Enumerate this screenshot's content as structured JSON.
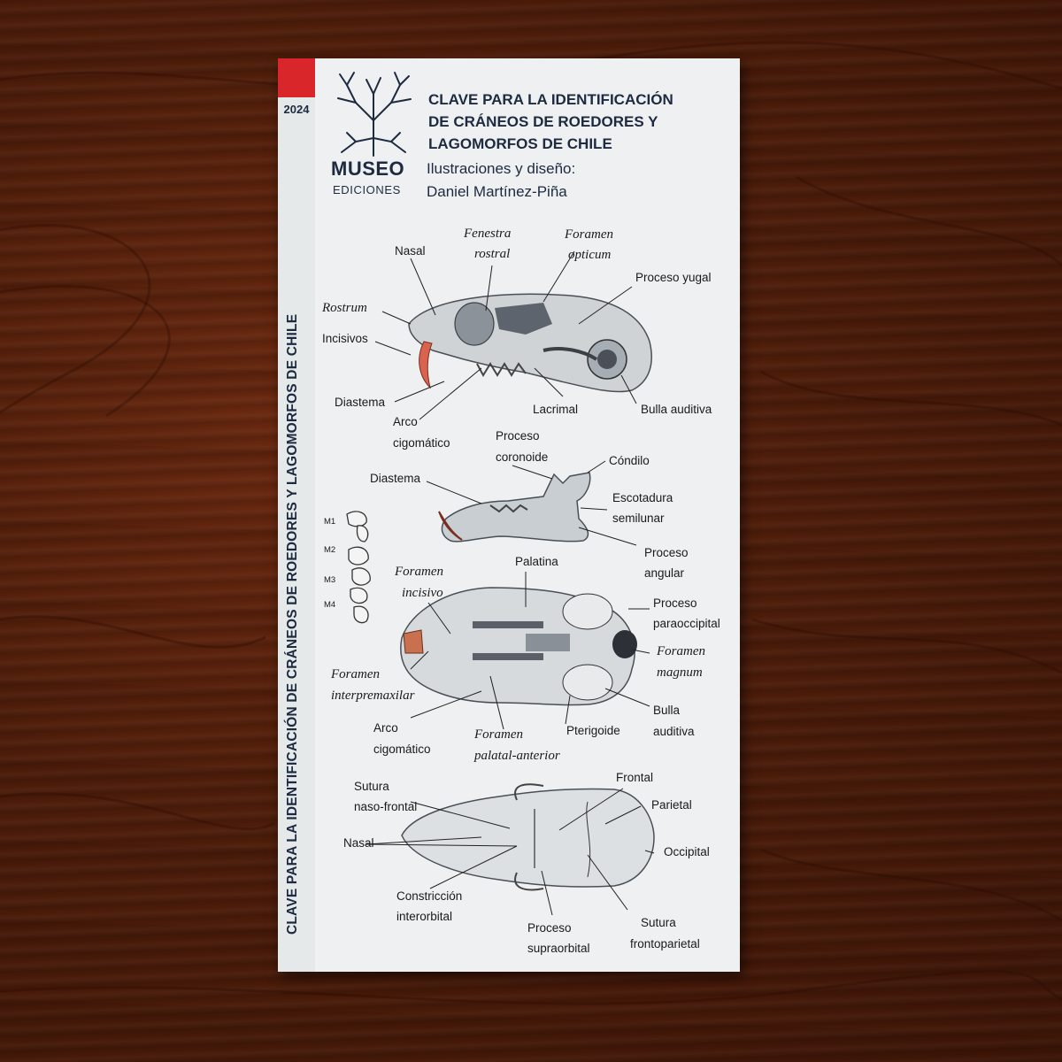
{
  "colors": {
    "accent_red": "#d8262a",
    "text_navy": "#1d2a40",
    "card": "#eef0f1",
    "wood": "#4e1d0a"
  },
  "icons": {
    "logo": "tree-icon"
  },
  "spine": {
    "year": "2024",
    "title": "CLAVE PARA LA IDENTIFICACIÓN DE CRÁNEOS DE ROEDORES Y LAGOMORFOS DE CHILE"
  },
  "header": {
    "title_lines": [
      "CLAVE PARA LA IDENTIFICACIÓN",
      "DE CRÁNEOS DE ROEDORES Y",
      "LAGOMORFOS DE CHILE"
    ],
    "brand": "MUSEO",
    "brand_sub": "EDICIONES",
    "credit_line1": "Ilustraciones y diseño:",
    "credit_line2": "Daniel Martínez-Piña"
  },
  "lateral": {
    "nasal": "Nasal",
    "fenestra_1": "Fenestra",
    "fenestra_2": "rostral",
    "foramen_opt_1": "Foramen",
    "foramen_opt_2": "opticum",
    "proceso_yugal": "Proceso yugal",
    "rostrum": "Rostrum",
    "incisivos": "Incisivos",
    "diastema": "Diastema",
    "arco_1": "Arco",
    "arco_2": "cigomático",
    "lacrimal": "Lacrimal",
    "bulla": "Bulla auditiva"
  },
  "mandible": {
    "proceso_cor_1": "Proceso",
    "proceso_cor_2": "coronoide",
    "condilo": "Cóndilo",
    "diastema": "Diastema",
    "escotadura_1": "Escotadura",
    "escotadura_2": "semilunar",
    "angular_1": "Proceso",
    "angular_2": "angular"
  },
  "molars": [
    "M1",
    "M2",
    "M3",
    "M4"
  ],
  "ventral": {
    "palatina": "Palatina",
    "foramen_inc_1": "Foramen",
    "foramen_inc_2": "incisivo",
    "paraocc_1": "Proceso",
    "paraocc_2": "paraoccipital",
    "fmag_1": "Foramen",
    "fmag_2": "magnum",
    "finter_1": "Foramen",
    "finter_2": "interpremaxilar",
    "bulla_1": "Bulla",
    "bulla_2": "auditiva",
    "arco_1": "Arco",
    "arco_2": "cigomático",
    "fpal_1": "Foramen",
    "fpal_2": "palatal-anterior",
    "pterigoide": "Pterigoide"
  },
  "dorsal": {
    "sutura_nf_1": "Sutura",
    "sutura_nf_2": "naso-frontal",
    "frontal": "Frontal",
    "parietal": "Parietal",
    "nasal": "Nasal",
    "occipital": "Occipital",
    "constr_1": "Constricción",
    "constr_2": "interorbital",
    "supra_1": "Proceso",
    "supra_2": "supraorbital",
    "sutura_fp_1": "Sutura",
    "sutura_fp_2": "frontoparietal"
  }
}
